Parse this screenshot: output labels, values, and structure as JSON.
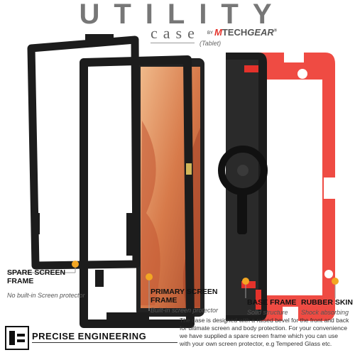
{
  "header": {
    "title": "UTILITY",
    "subtitle": "case",
    "by": "BY",
    "logo_m": "M",
    "logo_tech": "TECH",
    "logo_gear": "GEAR",
    "reg": "®",
    "device": "(Tablet)"
  },
  "callouts": [
    {
      "title_line1": "SPARE SCREEN",
      "title_line2": "FRAME",
      "desc": "No built-in Screen protector"
    },
    {
      "title_line1": "PRIMARY SCREEN",
      "title_line2": "FRAME",
      "desc": "Built-in screen protector"
    },
    {
      "title_line1": "BASE FRAME",
      "desc": "Solid structure"
    },
    {
      "title_line1": "RUBBER SKIN",
      "desc": "Shock absorbing"
    }
  ],
  "engineering": {
    "title": "PRECISE ENGINEERING",
    "description": "The case is designed with a raised bevel for the front and back for ultimate screen and body protection. For your convenience we have supplied a spare screen frame which you can use with your own screen protector, e.g Tempered Glass etc."
  },
  "colors": {
    "accent": "#e4322b",
    "marker": "#f2a623",
    "frame": "#1c1c1c",
    "skin": "#ef4b43"
  }
}
